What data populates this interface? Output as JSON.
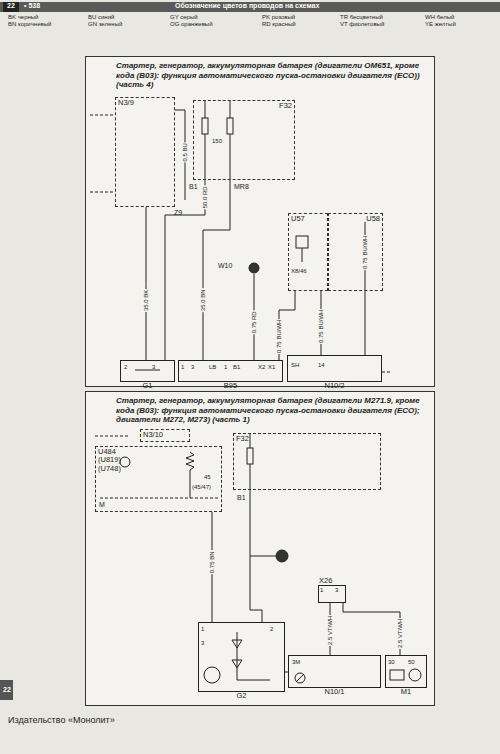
{
  "diagram": {
    "nodes": [
      {
        "text": [
          "Стартер, генератор, аккумуляторная батарея (двигатели OM651, кроме кода (B03): функция автоматического пуска-остановки двигателя (ECO)) (часть 4)"
        ]
      },
      {
        "text": [
          "N3/9"
        ],
        "in": 0
      },
      {
        "text": [
          "F32"
        ],
        "in": 0
      },
      {
        "text": [
          "U57"
        ],
        "in": 0
      },
      {
        "text": [
          "U58"
        ],
        "in": 0
      },
      {
        "text": [
          "G1"
        ],
        "in": 0
      },
      {
        "text": [
          "B95"
        ],
        "in": 0
      },
      {
        "text": [
          "N10/2"
        ],
        "in": 0
      },
      {
        "text": [
          "Стартер, генератор, аккумуляторная батарея (двигатели M271.9, кроме кода (B03): функция автоматического пуска-остановки двигателя (ECO); двигатели M272, M273) (часть 1)"
        ]
      },
      {
        "text": [
          "U484 (U819) (U748)"
        ],
        "in": 8
      },
      {
        "text": [
          "N3/10"
        ],
        "in": 8
      },
      {
        "text": [
          "F32"
        ],
        "in": 8
      },
      {
        "text": [
          "X26"
        ],
        "in": 8
      },
      {
        "text": [
          "G2"
        ],
        "in": 8
      },
      {
        "text": [
          "N10/1"
        ],
        "in": 8
      },
      {
        "text": [
          "M1"
        ],
        "in": 8
      }
    ],
    "edges": [
      {
        "from": 1,
        "to": 5,
        "arrow": "none"
      },
      {
        "from": 2,
        "to": 5,
        "arrow": "none"
      },
      {
        "from": 2,
        "to": 6,
        "arrow": "none"
      },
      {
        "from": 3,
        "to": 7,
        "arrow": "none"
      },
      {
        "from": 4,
        "to": 7,
        "arrow": "none"
      },
      {
        "from": 6,
        "to": 3,
        "arrow": "none"
      },
      {
        "from": 9,
        "to": 13,
        "arrow": "none"
      },
      {
        "from": 11,
        "to": 13,
        "arrow": "none"
      },
      {
        "from": 12,
        "to": 14,
        "arrow": "none"
      },
      {
        "from": 12,
        "to": 15,
        "arrow": "none"
      },
      {
        "from": 13,
        "to": 14,
        "arrow": "none"
      }
    ],
    "labels": [
      "22",
      "• 538",
      "Обозначение цветов проводов на схемах",
      "BK черный",
      "BN коричневый",
      "BU синий",
      "GN зеленый",
      "GY серый",
      "OG оранжевый",
      "PK розовый",
      "RD красный",
      "TR бесцветный",
      "VT фиолетовый",
      "WH белый",
      "YE желтый",
      "0.5 BU",
      "150",
      "B1",
      "MR8",
      "50.0 RD",
      "Z9",
      "W10",
      "X8/46",
      "0.75 BU/WH",
      "35.0 BK",
      "35.0 BN",
      "0.75 RD",
      "0.75 BU/WH",
      "0.75 BU/WH",
      "2",
      "3",
      "1",
      "3",
      "LB",
      "1",
      "B1",
      "X2",
      "X1",
      "SH",
      "14",
      "45",
      "(45/47)",
      "M",
      "0.75 BN",
      "B1",
      "1",
      "3",
      "2.5 VT/WH",
      "2.5 VT/WH",
      "3M",
      "1",
      "2",
      "3",
      "30",
      "50",
      "22",
      "Издательство «Монолит»"
    ]
  }
}
